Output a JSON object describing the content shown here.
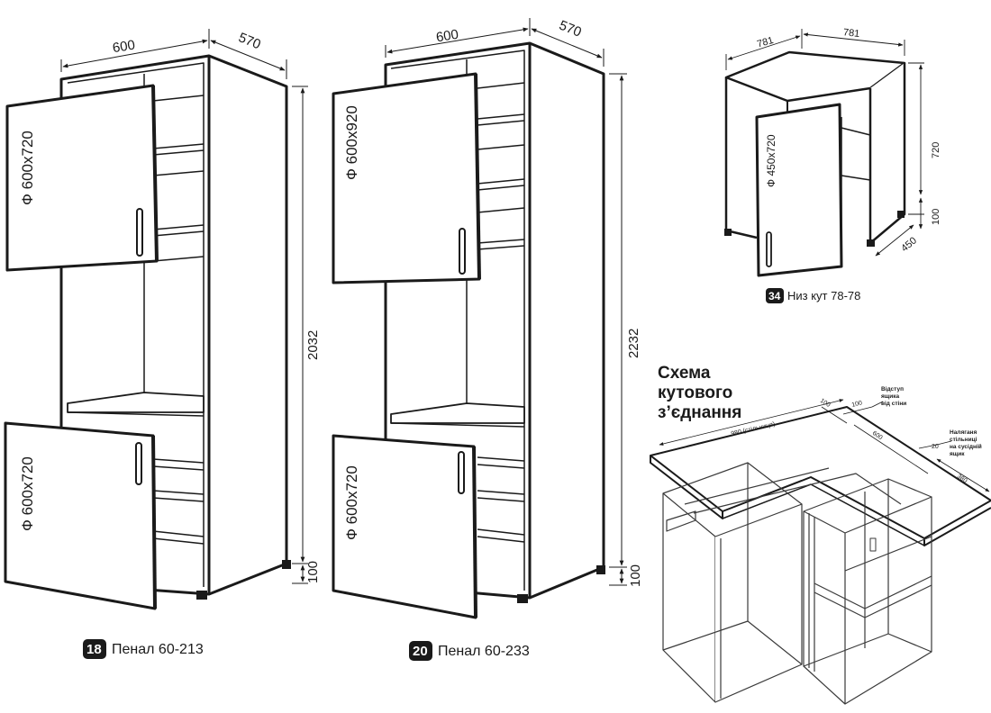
{
  "cabinets": [
    {
      "badge": "18",
      "caption": "Пенал 60-213",
      "width": "600",
      "depth": "570",
      "height": "2032",
      "plinth": "100",
      "top_door": "Ф 600x720",
      "bottom_door": "Ф 600x720"
    },
    {
      "badge": "20",
      "caption": "Пенал  60-233",
      "width": "600",
      "depth": "570",
      "height": "2232",
      "plinth": "100",
      "top_door": "Ф 600x920",
      "bottom_door": "Ф 600x720"
    }
  ],
  "corner": {
    "badge": "34",
    "caption": "Низ кут 78-78",
    "left_side": "781",
    "right_side": "781",
    "height": "720",
    "plinth": "100",
    "depth": "450",
    "door": "Ф 450x720"
  },
  "scheme": {
    "title_lines": [
      "Схема",
      "кутового",
      "з’єднання"
    ],
    "counter_length": "980 (стільниця)",
    "offset_a": "100",
    "offset_b": "100",
    "note_offset": [
      "Відступ",
      "ящика",
      "від стіни"
    ],
    "depth": "600",
    "overlap": "20",
    "note_overlap": [
      "Наляганя",
      "стільниці",
      "на сусідній",
      "ящик"
    ],
    "side_length": "380"
  },
  "colors": {
    "line": "#1a1a1a",
    "badge_bg": "#1a1a1a",
    "scheme_line": "#3a3a3a"
  }
}
